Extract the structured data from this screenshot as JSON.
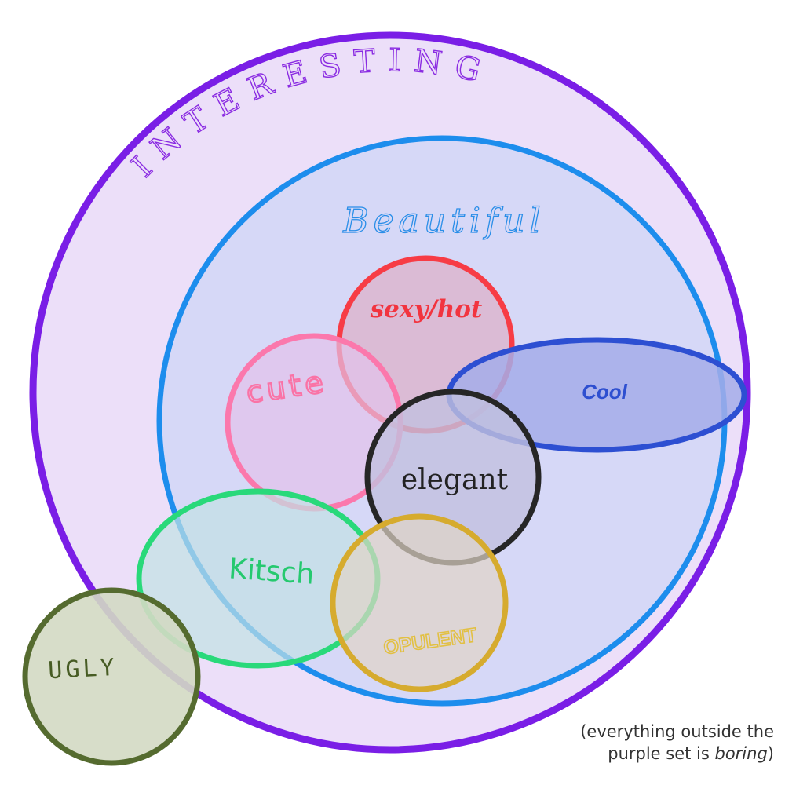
{
  "diagram": {
    "type": "euler-venn",
    "sets": [
      {
        "id": "interesting",
        "label": "INTERESTING",
        "stroke": "#7a1ee6",
        "fill": "#ecdff9",
        "label_color": "#8a2be2"
      },
      {
        "id": "beautiful",
        "label": "Beautiful",
        "stroke": "#1d8ded",
        "fill": "#d6d8f7",
        "label_color": "#2a8ee8"
      },
      {
        "id": "sexy",
        "label": "sexy/hot",
        "stroke": "#f73c45",
        "fill": "#dcb6cf",
        "label_color": "#f2343f"
      },
      {
        "id": "cute",
        "label": "cute",
        "stroke": "#fb78ac",
        "fill": "#e3c2e9",
        "label_color": "#fa73a6"
      },
      {
        "id": "cool",
        "label": "Cool",
        "stroke": "#2d4fd2",
        "fill": "#a4ade9",
        "label_color": "#2e4fd0"
      },
      {
        "id": "elegant",
        "label": "elegant",
        "stroke": "#262626",
        "fill": "#c2c0df",
        "label_color": "#222222"
      },
      {
        "id": "kitsch",
        "label": "Kitsch",
        "stroke": "#29d97a",
        "fill": "#c2e1e4",
        "label_color": "#25c96f"
      },
      {
        "id": "opulent",
        "label": "OPULENT",
        "stroke": "#d6ab2e",
        "fill": "#e0d4c6",
        "label_color": "#e2c043"
      },
      {
        "id": "ugly",
        "label": "UGLY",
        "stroke": "#556b2f",
        "fill": "#d3d9c3",
        "label_color": "#475c24"
      }
    ]
  },
  "note": {
    "line1": "(everything outside the",
    "line2_prefix": "purple set is ",
    "line2_emphasis": "boring",
    "line2_suffix": ")"
  }
}
